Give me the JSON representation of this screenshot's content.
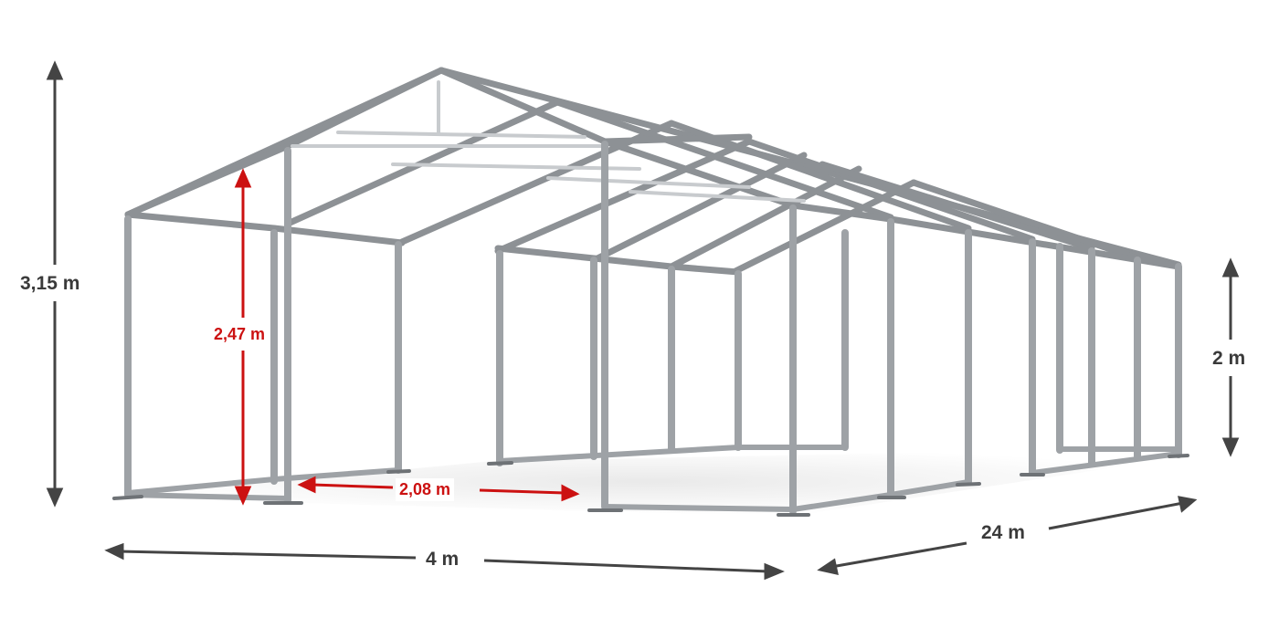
{
  "dimensions": {
    "total_height": "3,15 m",
    "side_height": "2,47 m",
    "bay_spacing": "2,08 m",
    "width": "4 m",
    "length": "24 m",
    "side_height_right": "2 m"
  },
  "colors": {
    "dimension_arrow": "#444444",
    "highlight_arrow": "#cc1111",
    "frame_tube": "#9ea2a6",
    "frame_tube_light": "#d8dbde",
    "ground_shadow": "#e3e3e3"
  }
}
